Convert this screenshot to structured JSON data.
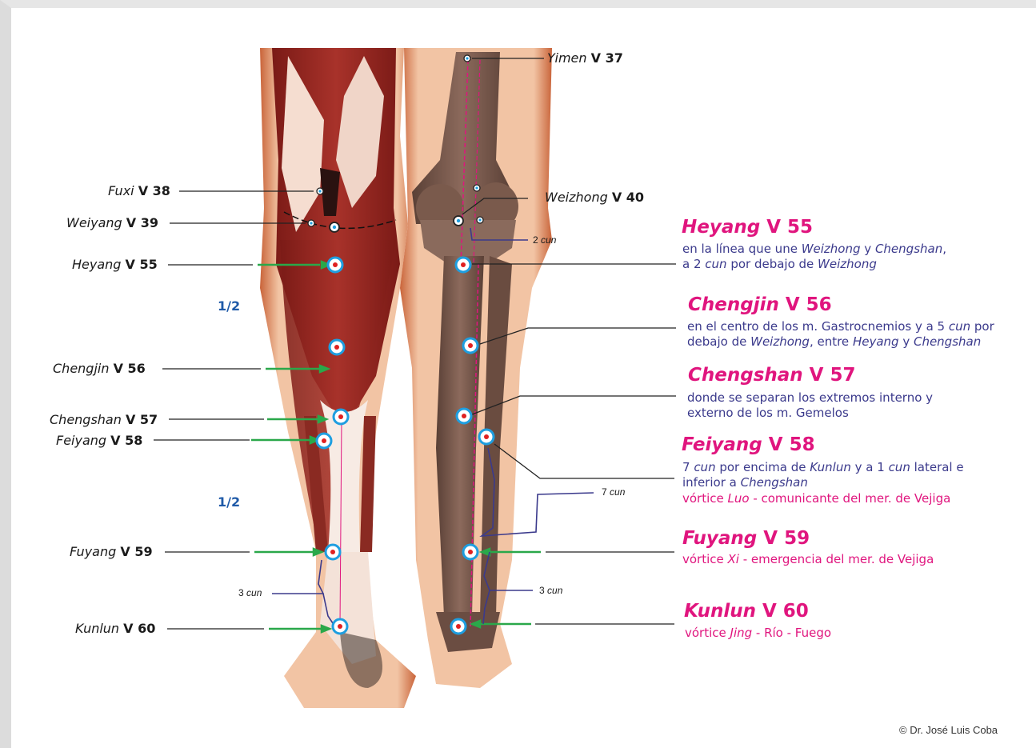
{
  "colors": {
    "point_name": "#e0157e",
    "description": "#3b3a8c",
    "half_label": "#1f5aa8",
    "arrow": "#2aa84a",
    "point_ring": "#1e9ee0",
    "point_center": "#e02020"
  },
  "left_labels": {
    "fuxi": {
      "name": "Fuxi",
      "code": "V 38"
    },
    "weiyang": {
      "name": "Weiyang",
      "code": "V 39"
    },
    "heyang": {
      "name": "Heyang",
      "code": "V 55"
    },
    "chengjin": {
      "name": "Chengjin",
      "code": "V 56"
    },
    "chengshan": {
      "name": "Chengshan",
      "code": "V 57"
    },
    "feiyang": {
      "name": "Feiyang",
      "code": "V 58"
    },
    "fuyang": {
      "name": "Fuyang",
      "code": "V 59"
    },
    "kunlun": {
      "name": "Kunlun",
      "code": "V 60"
    }
  },
  "right_labels": {
    "yimen": {
      "name": "Yimen",
      "code": "V 37"
    },
    "weizhong": {
      "name": "Weizhong",
      "code": "V 40"
    }
  },
  "halves": {
    "upper": "1/2",
    "lower": "1/2"
  },
  "measures": {
    "two_cun": {
      "num": "2",
      "unit": "cun"
    },
    "seven_cun": {
      "num": "7",
      "unit": "cun"
    },
    "three_cun_left": {
      "num": "3",
      "unit": "cun"
    },
    "three_cun_right": {
      "num": "3",
      "unit": "cun"
    }
  },
  "points": {
    "heyang": {
      "name": "Heyang",
      "code": "V 55",
      "line1": {
        "a": "en la línea que une ",
        "b": "Weizhong",
        "c": " y ",
        "d": "Chengshan",
        "e": ","
      },
      "line2": {
        "a": "a 2 ",
        "b": "cun",
        "c": " por debajo de ",
        "d": "Weizhong"
      }
    },
    "chengjin": {
      "name": "Chengjin",
      "code": "V 56",
      "line1": {
        "a": "en el centro de los m. Gastrocnemios y a 5 ",
        "b": "cun",
        "c": " por"
      },
      "line2": {
        "a": "debajo de ",
        "b": "Weizhong",
        "c": ", entre ",
        "d": "Heyang",
        "e": " y ",
        "f": "Chengshan"
      }
    },
    "chengshan": {
      "name": "Chengshan",
      "code": "V 57",
      "line1": "donde se separan los extremos interno y",
      "line2": "externo de los m. Gemelos"
    },
    "feiyang": {
      "name": "Feiyang",
      "code": "V 58",
      "line1": {
        "a": "7 ",
        "b": "cun",
        "c": " por encima de ",
        "d": "Kunlun",
        "e": " y a 1 ",
        "f": "cun",
        "g": " lateral e"
      },
      "line2": {
        "a": "inferior a ",
        "b": "Chengshan"
      },
      "line3": {
        "a": "vórtice ",
        "b": "Luo",
        "c": " - comunicante del mer. de Vejiga"
      }
    },
    "fuyang": {
      "name": "Fuyang",
      "code": "V 59",
      "line1": {
        "a": "vórtice ",
        "b": "Xi",
        "c": " - emergencia del mer. de Vejiga"
      }
    },
    "kunlun": {
      "name": "Kunlun",
      "code": "V 60",
      "line1": {
        "a": "vórtice ",
        "b": "Jing",
        "c": " - Río - Fuego"
      }
    }
  },
  "copyright": "© Dr. José Luis Coba"
}
